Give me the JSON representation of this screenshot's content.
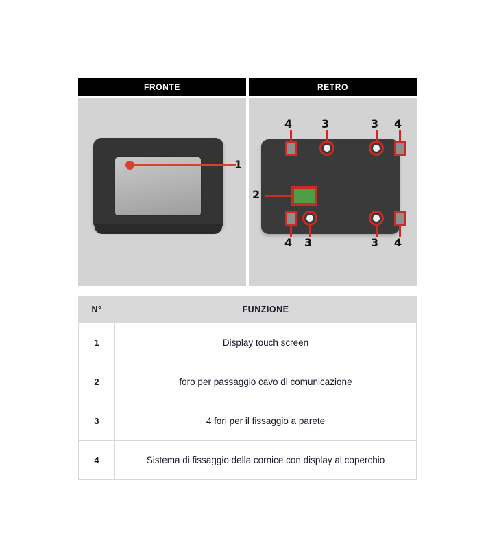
{
  "panels": {
    "front": {
      "header": "FRONTE",
      "callouts": [
        {
          "id": "1",
          "target": "display-touch-screen"
        }
      ]
    },
    "rear": {
      "header": "RETRO",
      "callouts": [
        {
          "id": "4",
          "position": "top-left"
        },
        {
          "id": "3",
          "position": "top-left-inner"
        },
        {
          "id": "3",
          "position": "top-right-inner"
        },
        {
          "id": "4",
          "position": "top-right"
        },
        {
          "id": "2",
          "position": "left-middle"
        },
        {
          "id": "4",
          "position": "bottom-left"
        },
        {
          "id": "3",
          "position": "bottom-left-inner"
        },
        {
          "id": "3",
          "position": "bottom-right-inner"
        },
        {
          "id": "4",
          "position": "bottom-right"
        }
      ]
    }
  },
  "table": {
    "headers": {
      "number": "N°",
      "function": "FUNZIONE"
    },
    "rows": [
      {
        "number": "1",
        "function": "Display touch screen"
      },
      {
        "number": "2",
        "function": "foro per passaggio cavo di comunicazione"
      },
      {
        "number": "3",
        "function": "4 fori per il fissaggio a parete"
      },
      {
        "number": "4",
        "function": "Sistema di fissaggio della cornice con display al coperchio"
      }
    ]
  },
  "colors": {
    "callout_red": "#cf2a22",
    "leader_red": "#e03e2d",
    "port_green": "#4f9e47",
    "header_bar": "#000000",
    "panel_bg": "#d3d3d3",
    "table_header_bg": "#d9d9d9"
  }
}
